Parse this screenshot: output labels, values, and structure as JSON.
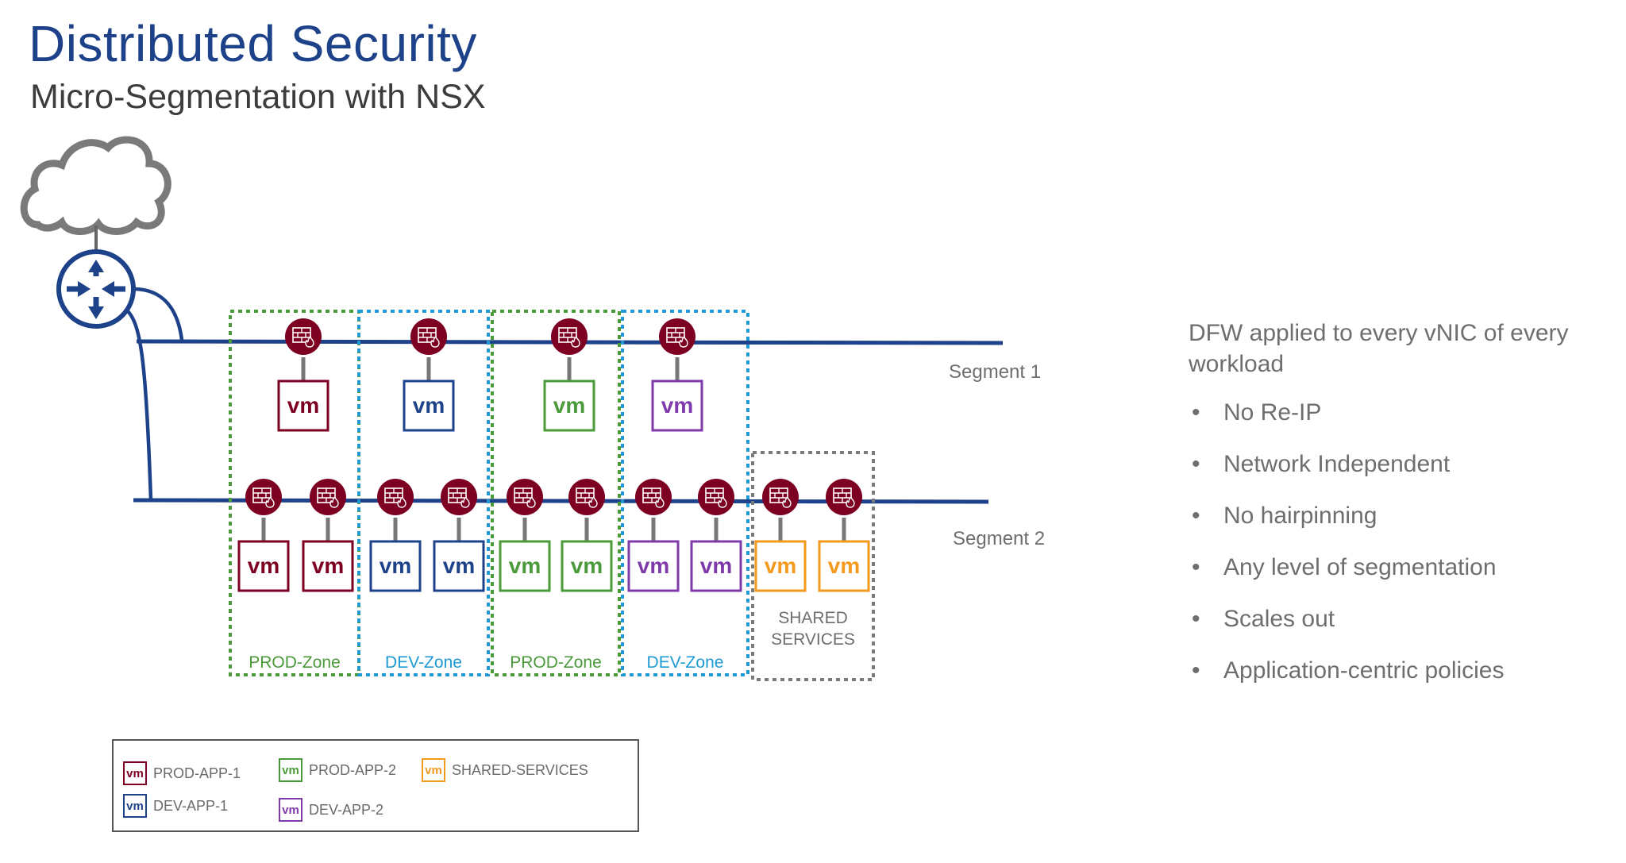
{
  "header": {
    "title": "Distributed Security",
    "subtitle": "Micro-Segmentation with NSX"
  },
  "colors": {
    "title": "#1d4289",
    "network_line": "#1d4289",
    "firewall": "#7d0022",
    "cloud": "#7a7a7a",
    "connector": "#777777",
    "prod_app_1": "#7d0022",
    "dev_app_1": "#1d4289",
    "prod_app_2": "#4a9a3a",
    "dev_app_2": "#7e3aaa",
    "shared": "#f39a1e",
    "prod_zone": "#4a9a3a",
    "dev_zone": "#1e9ad6",
    "shared_zone": "#7a7a7a",
    "text_gray": "#6e6e6e"
  },
  "diagram": {
    "segments": [
      {
        "label": "Segment 1"
      },
      {
        "label": "Segment 2"
      }
    ],
    "zones": [
      {
        "label": "PROD-Zone",
        "type": "prod"
      },
      {
        "label": "DEV-Zone",
        "type": "dev"
      },
      {
        "label": "PROD-Zone",
        "type": "prod"
      },
      {
        "label": "DEV-Zone",
        "type": "dev"
      },
      {
        "label_line1": "SHARED",
        "label_line2": "SERVICES",
        "type": "shared"
      }
    ],
    "vm_text": "vm",
    "segment1_vms": [
      {
        "app": "PROD-APP-1",
        "zone": 0
      },
      {
        "app": "DEV-APP-1",
        "zone": 1
      },
      {
        "app": "PROD-APP-2",
        "zone": 2
      },
      {
        "app": "DEV-APP-2",
        "zone": 3
      }
    ],
    "segment2_vms": [
      {
        "app": "PROD-APP-1",
        "zone": 0
      },
      {
        "app": "PROD-APP-1",
        "zone": 0
      },
      {
        "app": "DEV-APP-1",
        "zone": 1
      },
      {
        "app": "DEV-APP-1",
        "zone": 1
      },
      {
        "app": "PROD-APP-2",
        "zone": 2
      },
      {
        "app": "PROD-APP-2",
        "zone": 2
      },
      {
        "app": "DEV-APP-2",
        "zone": 3
      },
      {
        "app": "DEV-APP-2",
        "zone": 3
      },
      {
        "app": "SHARED-SERVICES",
        "zone": 4
      },
      {
        "app": "SHARED-SERVICES",
        "zone": 4
      }
    ]
  },
  "legend": {
    "vm_text": "vm",
    "items": [
      {
        "label": "PROD-APP-1"
      },
      {
        "label": "DEV-APP-1"
      },
      {
        "label": "PROD-APP-2"
      },
      {
        "label": "DEV-APP-2"
      },
      {
        "label": "SHARED-SERVICES"
      }
    ]
  },
  "bullets": {
    "intro": "DFW applied to every vNIC of every workload",
    "bullet_char": "•",
    "items": [
      "No Re-IP",
      "Network Independent",
      "No hairpinning",
      "Any level of segmentation",
      "Scales out",
      "Application-centric policies"
    ]
  }
}
